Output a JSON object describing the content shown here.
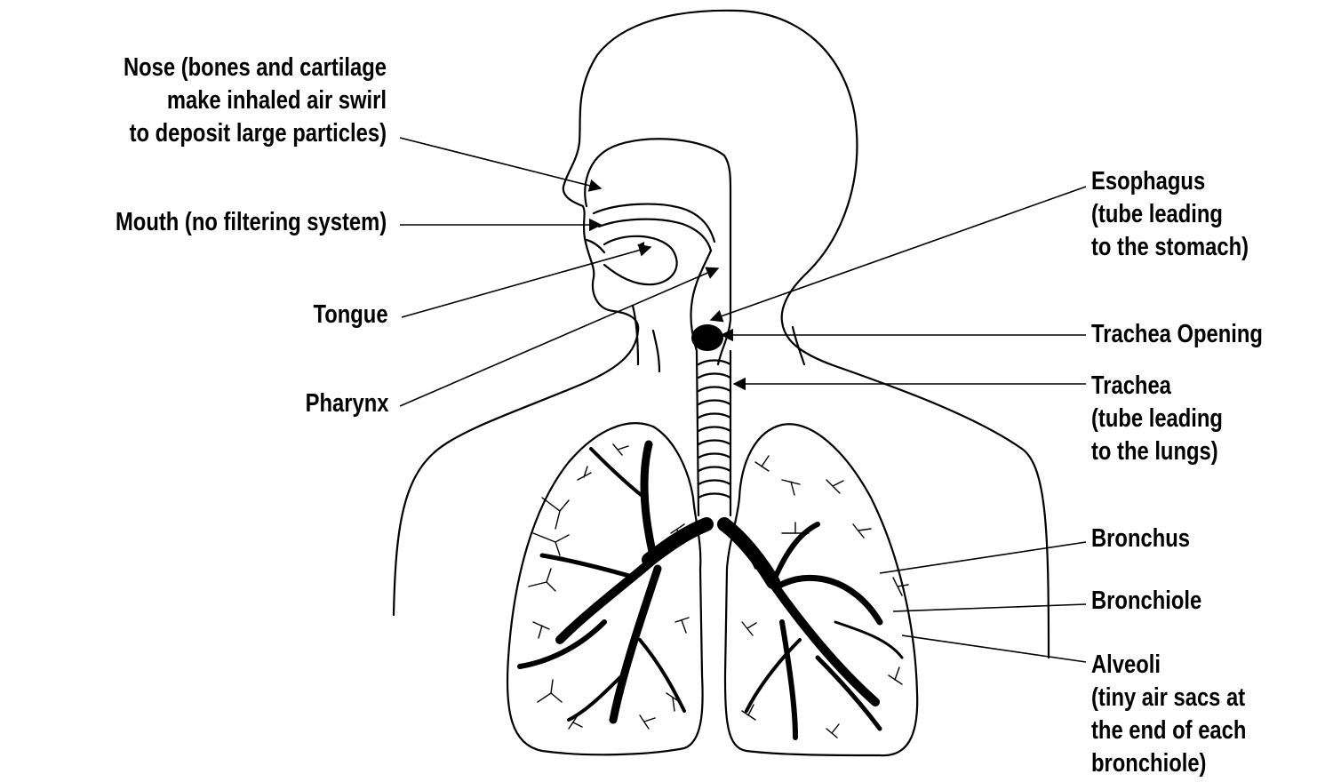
{
  "labels": {
    "nose": {
      "line1": "Nose (bones and cartilage",
      "line2": "make inhaled air swirl",
      "line3": "to deposit large particles)"
    },
    "mouth": {
      "line1": "Mouth (no filtering system)"
    },
    "tongue": {
      "line1": "Tongue"
    },
    "pharynx": {
      "line1": "Pharynx"
    },
    "esophagus": {
      "line1": "Esophagus",
      "line2": "(tube leading",
      "line3": "to the stomach)"
    },
    "trachea_opening": {
      "line1": "Trachea Opening"
    },
    "trachea": {
      "line1": "Trachea",
      "line2": "(tube leading",
      "line3": "to the lungs)"
    },
    "bronchus": {
      "line1": "Bronchus"
    },
    "bronchiole": {
      "line1": "Bronchiole"
    },
    "alveoli": {
      "line1": "Alveoli",
      "line2": "(tiny air sacs at",
      "line3": "the end of each",
      "line4": "bronchiole)"
    }
  },
  "colors": {
    "ink": "#000000",
    "background": "#ffffff"
  }
}
